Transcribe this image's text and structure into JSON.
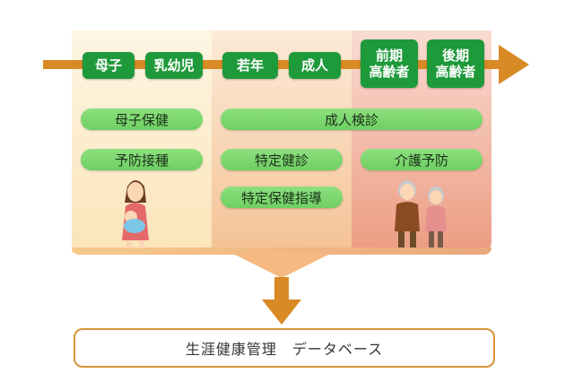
{
  "timeline": {
    "stages": [
      {
        "label": "母子"
      },
      {
        "label": "乳幼児"
      },
      {
        "label": "若年"
      },
      {
        "label": "成人"
      },
      {
        "label": "前期\n高齢者"
      },
      {
        "label": "後期\n高齢者"
      }
    ]
  },
  "programs": {
    "maternal_health": "母子保健",
    "vaccination": "予防接種",
    "adult_checkup": "成人検診",
    "specific_checkup": "特定健診",
    "care_prevention": "介護予防",
    "specific_guidance": "特定保健指導"
  },
  "database": {
    "label": "生涯健康管理　データベース"
  },
  "colors": {
    "stage_green": "#1f9a3b",
    "pill_green": "#7ed46f",
    "arrow_orange": "#d88a24",
    "box_border": "#d8923a"
  }
}
